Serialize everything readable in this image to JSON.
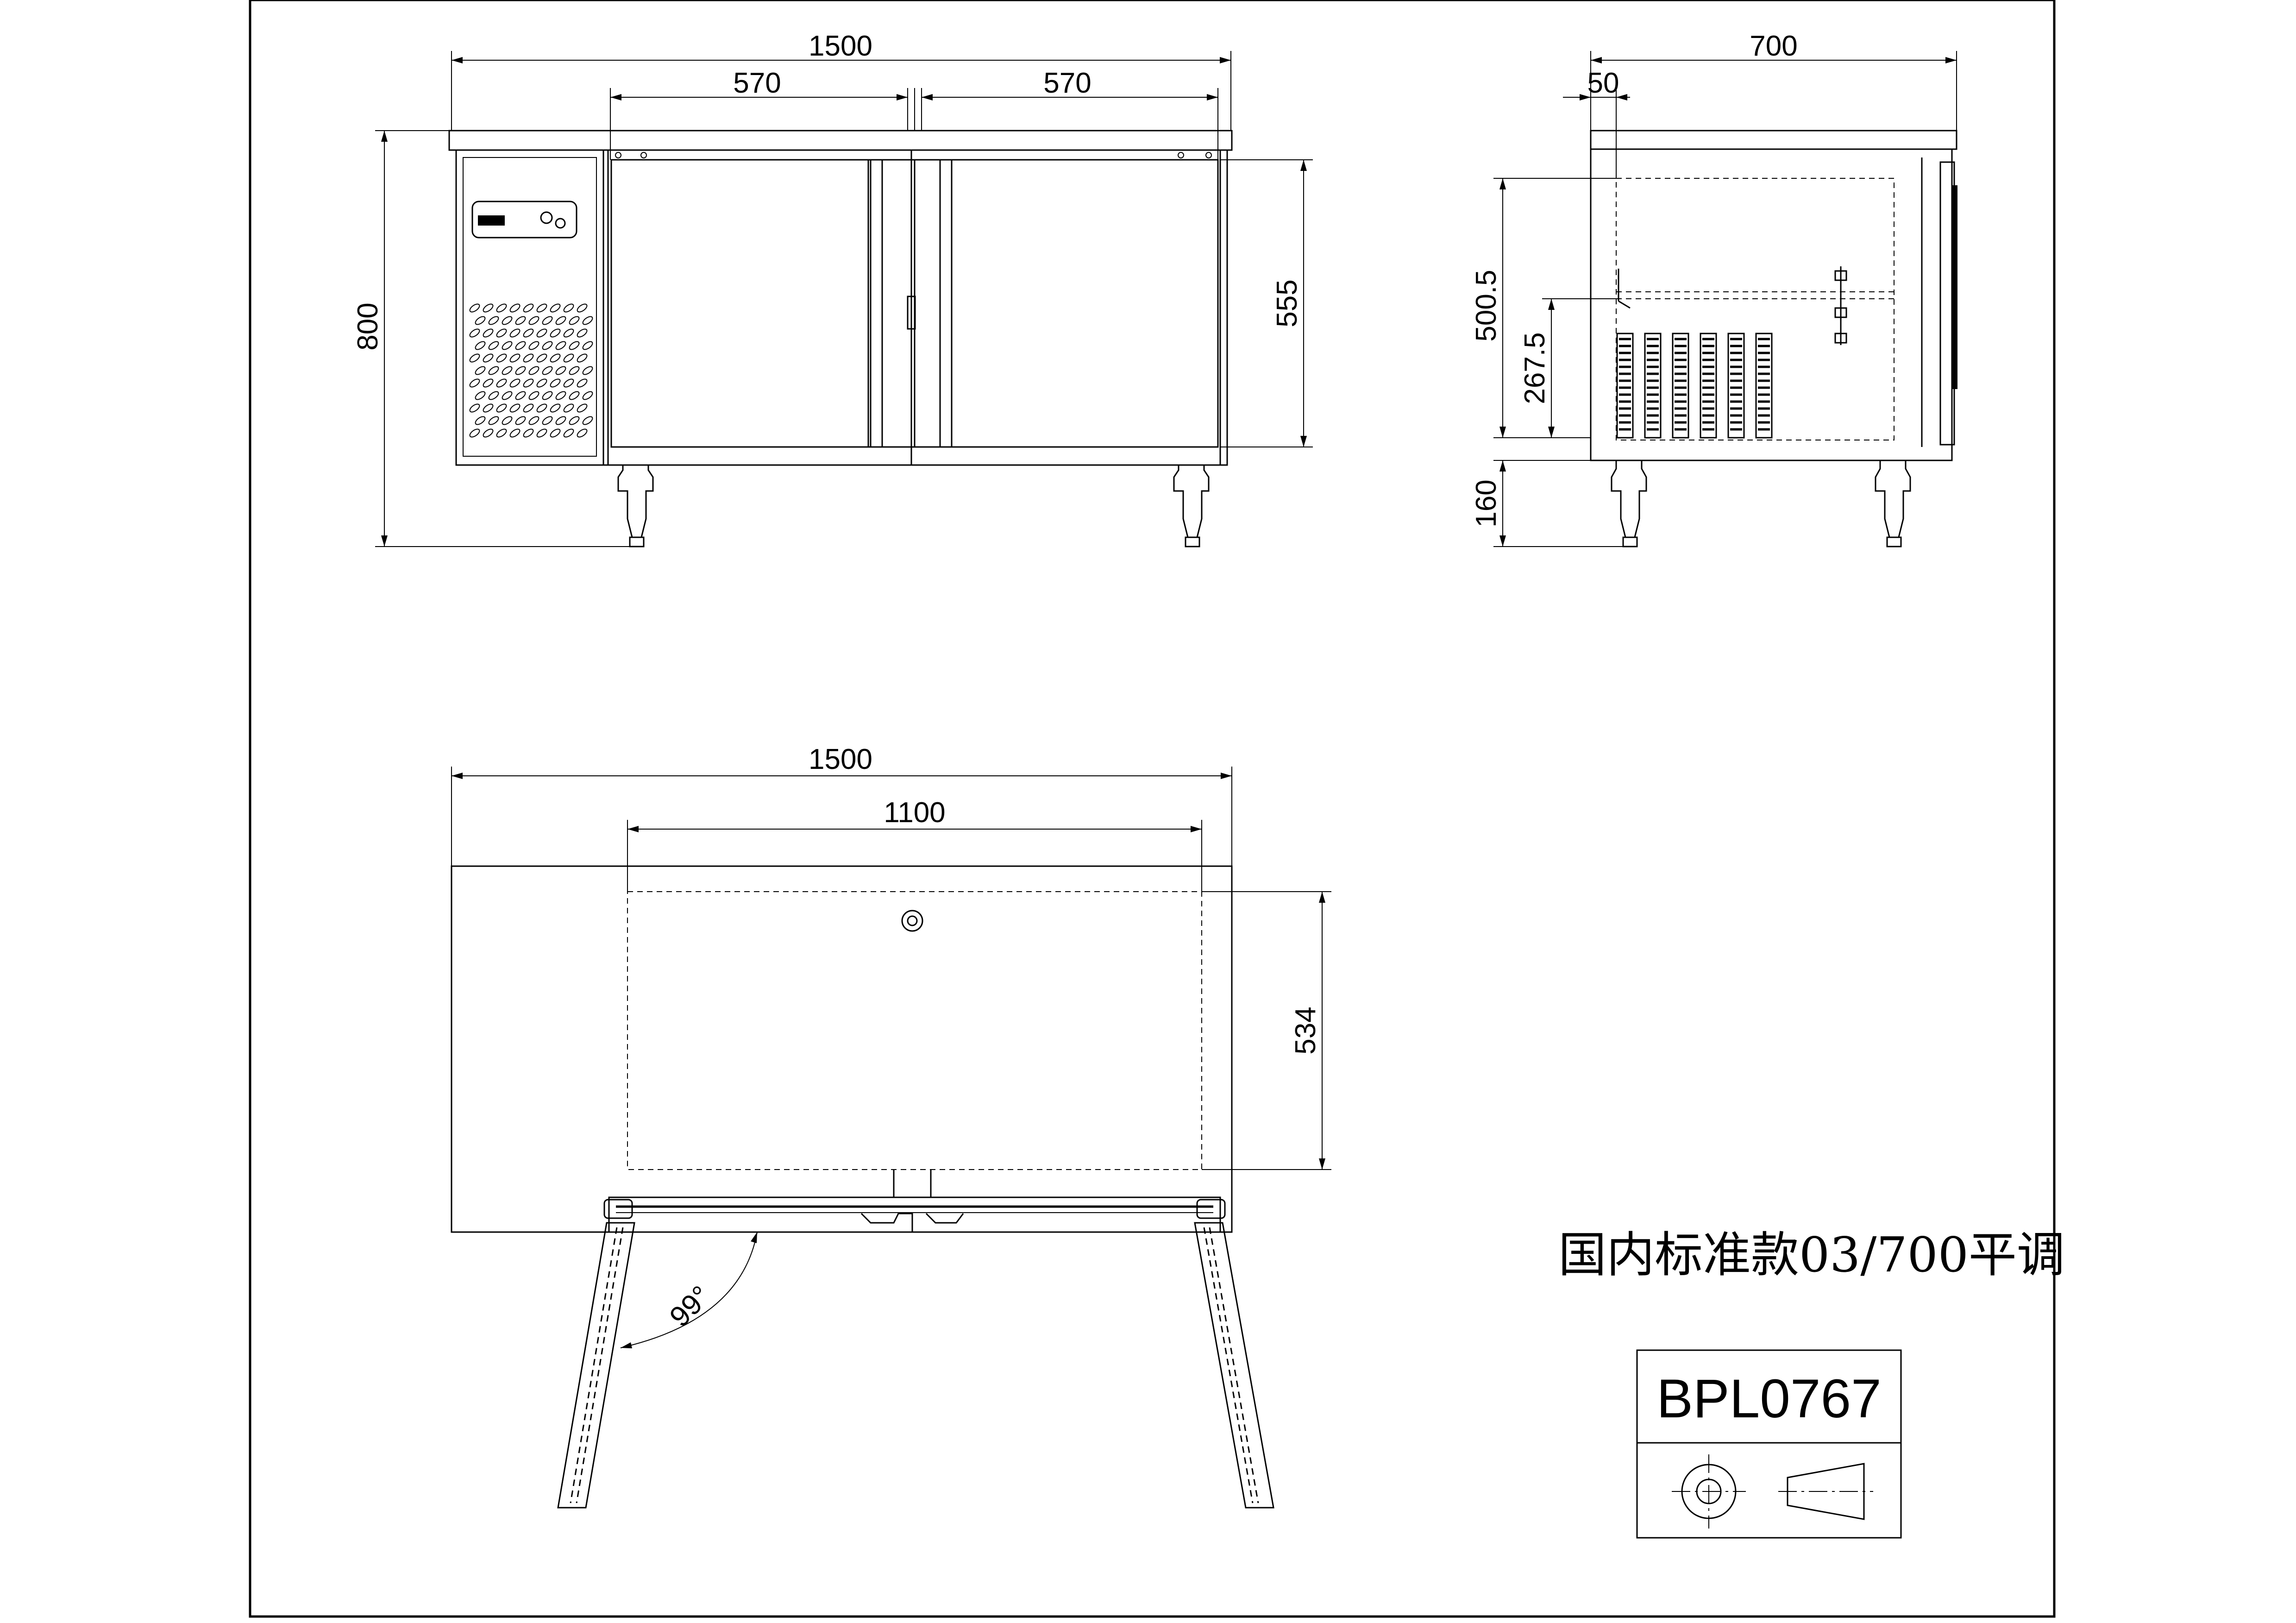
{
  "front_view": {
    "overall_width": "1500",
    "door_left_width": "570",
    "door_right_width": "570",
    "overall_height": "800",
    "door_height": "555"
  },
  "side_view": {
    "depth": "700",
    "top_overhang": "50",
    "height_500_5": "500.5",
    "height_267_5": "267.5",
    "leg_height": "160"
  },
  "top_view": {
    "overall_width": "1500",
    "inner_width": "1100",
    "inner_depth": "534",
    "door_angle": "99°"
  },
  "model_description": "国内标准款03/700平调",
  "title_block": {
    "model_number": "BPL0767"
  }
}
